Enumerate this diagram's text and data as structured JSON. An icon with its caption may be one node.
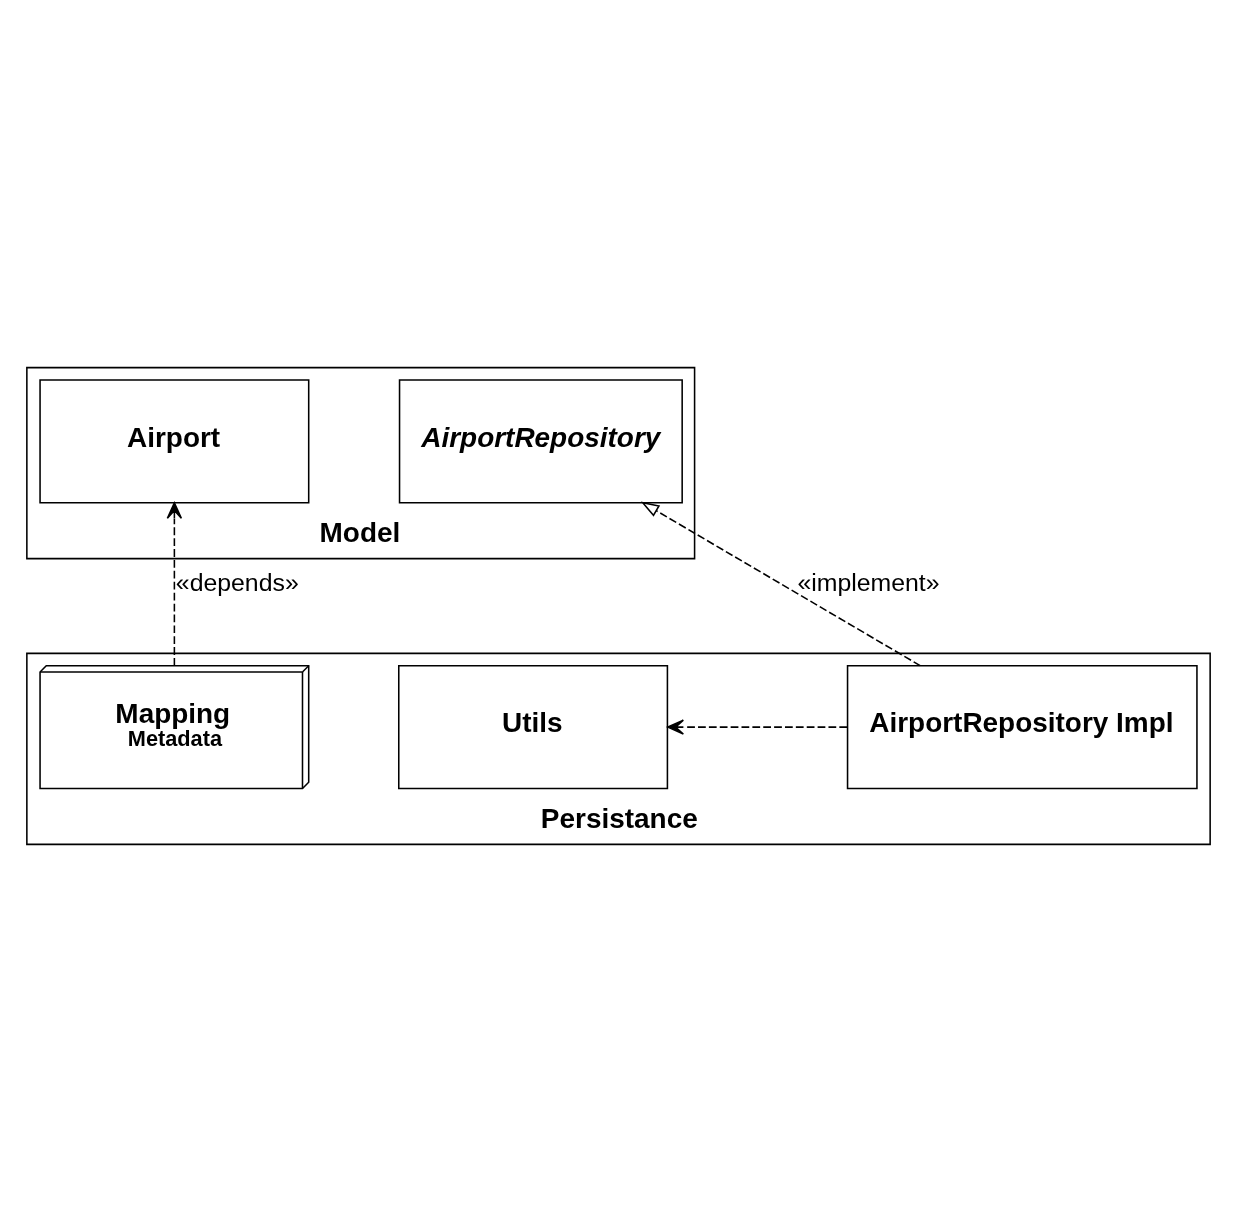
{
  "diagram": {
    "nodes": [
      {
        "text": [
          "Model"
        ]
      },
      {
        "text": [
          "Airport"
        ],
        "in": 0
      },
      {
        "text": [
          "AirportRepository"
        ],
        "in": 0
      },
      {
        "text": [
          "Persistance"
        ]
      },
      {
        "text": [
          "Mapping",
          "Metadata"
        ],
        "in": 3
      },
      {
        "text": [
          "AirportRepository Impl"
        ],
        "in": 3
      },
      {
        "text": [
          "Utils"
        ],
        "in": 3
      }
    ],
    "edges": [
      {
        "from": 4,
        "to": 1,
        "arrow": "to",
        "style": "dashed",
        "label": "«depends»"
      },
      {
        "from": 5,
        "to": 2,
        "arrow": "to",
        "style": "dashed",
        "label": "«implement»"
      },
      {
        "from": 5,
        "to": 6,
        "arrow": "to",
        "style": "dashed"
      }
    ]
  }
}
